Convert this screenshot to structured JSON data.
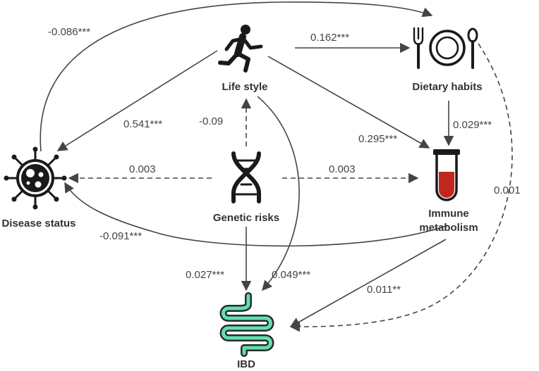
{
  "nodes": {
    "life_style": {
      "label": "Life style",
      "icon": "running-person-icon"
    },
    "dietary_habits": {
      "label": "Dietary habits",
      "icon": "plate-cutlery-icon"
    },
    "disease_status": {
      "label": "Disease status",
      "icon": "virus-icon"
    },
    "genetic_risks": {
      "label": "Genetic risks",
      "icon": "dna-icon"
    },
    "immune_metabolism": {
      "label_line1": "Immune",
      "label_line2": "metabolism",
      "icon": "test-tube-icon"
    },
    "ibd": {
      "label": "IBD",
      "icon": "intestine-icon"
    }
  },
  "edges": [
    {
      "id": "disease-to-dietary",
      "from": "Disease status",
      "to": "Dietary habits",
      "coef": "-0.086***",
      "style": "solid"
    },
    {
      "id": "lifestyle-to-dietary",
      "from": "Life style",
      "to": "Dietary habits",
      "coef": "0.162***",
      "style": "solid"
    },
    {
      "id": "lifestyle-to-disease",
      "from": "Life style",
      "to": "Disease status",
      "coef": "0.541***",
      "style": "solid"
    },
    {
      "id": "genetic-to-lifestyle",
      "from": "Genetic risks",
      "to": "Life style",
      "coef": "-0.09",
      "style": "dashed"
    },
    {
      "id": "lifestyle-to-immune",
      "from": "Life style",
      "to": "Immune metabolism",
      "coef": "0.295***",
      "style": "solid"
    },
    {
      "id": "dietary-to-immune",
      "from": "Dietary habits",
      "to": "Immune metabolism",
      "coef": "0.029***",
      "style": "solid"
    },
    {
      "id": "genetic-to-disease",
      "from": "Genetic risks",
      "to": "Disease status",
      "coef": "0.003",
      "style": "dashed"
    },
    {
      "id": "genetic-to-immune",
      "from": "Genetic risks",
      "to": "Immune metabolism",
      "coef": "0.003",
      "style": "dashed"
    },
    {
      "id": "immune-to-disease",
      "from": "Immune metabolism",
      "to": "Disease status",
      "coef": "-0.091***",
      "style": "solid"
    },
    {
      "id": "dietary-to-ibd",
      "from": "Dietary habits",
      "to": "IBD",
      "coef": "0.001",
      "style": "dashed"
    },
    {
      "id": "genetic-to-ibd",
      "from": "Genetic risks",
      "to": "IBD",
      "coef": "0.027***",
      "style": "solid"
    },
    {
      "id": "lifestyle-to-ibd",
      "from": "Life style",
      "to": "IBD",
      "coef": "0.049***",
      "style": "solid"
    },
    {
      "id": "immune-to-ibd",
      "from": "Immune metabolism",
      "to": "IBD",
      "coef": "0.011**",
      "style": "solid"
    }
  ],
  "colors": {
    "icon_dark": "#1a1a1a",
    "edge": "#444444",
    "text": "#333333",
    "tube_fill": "#c0281e",
    "intestine_outline": "#2a2a2a",
    "intestine_fill": "#5fe0b0"
  }
}
